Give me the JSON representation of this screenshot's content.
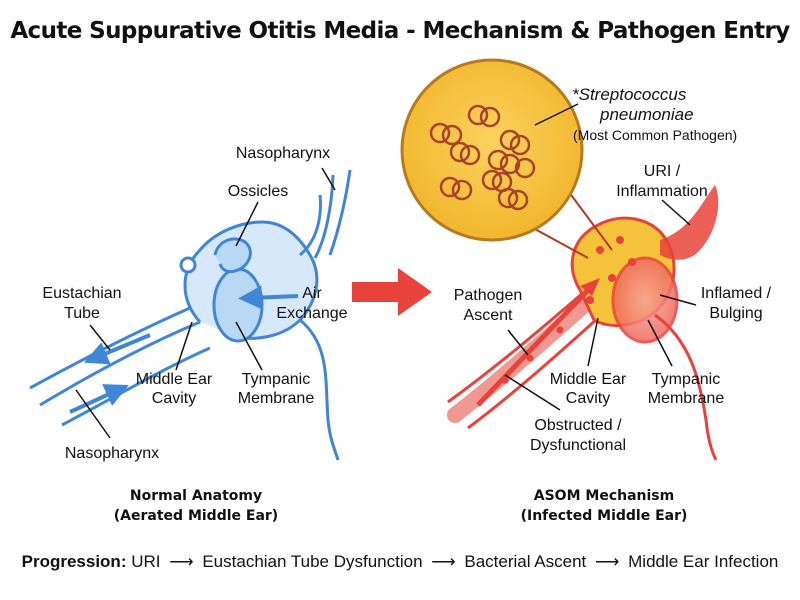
{
  "title": "Acute Suppurative Otitis Media - Mechanism & Pathogen Entry",
  "normal": {
    "labels": {
      "nasopharynx_top": "Nasopharynx",
      "ossicles": "Ossicles",
      "eustachian_1": "Eustachian",
      "eustachian_2": "Tube",
      "air_1": "Air",
      "air_2": "Exchange",
      "middle_ear_1": "Middle Ear",
      "middle_ear_2": "Cavity",
      "tympanic_1": "Tympanic",
      "tympanic_2": "Membrane",
      "nasopharynx_bottom": "Nasopharynx"
    },
    "caption_1": "Normal Anatomy",
    "caption_2": "(Aerated Middle Ear)"
  },
  "asom": {
    "labels": {
      "pathogen_1": "*Streptococcus",
      "pathogen_2": "pneumoniae",
      "pathogen_3": "(Most Common Pathogen)",
      "uri_1": "URI /",
      "uri_2": "Inflammation",
      "ascent_1": "Pathogen",
      "ascent_2": "Ascent",
      "inflamed_1": "Inflamed /",
      "inflamed_2": "Bulging",
      "middle_ear_1": "Middle Ear",
      "middle_ear_2": "Cavity",
      "tympanic_1": "Tympanic",
      "tympanic_2": "Membrane",
      "obstructed_1": "Obstructed /",
      "obstructed_2": "Dysfunctional"
    },
    "caption_1": "ASOM Mechanism",
    "caption_2": "(Infected Middle Ear)"
  },
  "progression": {
    "label": "Progression:",
    "steps": [
      "URI",
      "Eustachian Tube Dysfunction",
      "Bacterial Ascent",
      "Middle Ear Infection"
    ]
  },
  "colors": {
    "normal_outline": "#3f86d8",
    "normal_fill": "#b9d8f5",
    "inflamed": "#e8433a",
    "inflamed_fill": "#f7a49a",
    "pus": "#f5c33a",
    "pathogen_bg": "#f7c03f",
    "transition_arrow": "#e8433a"
  }
}
